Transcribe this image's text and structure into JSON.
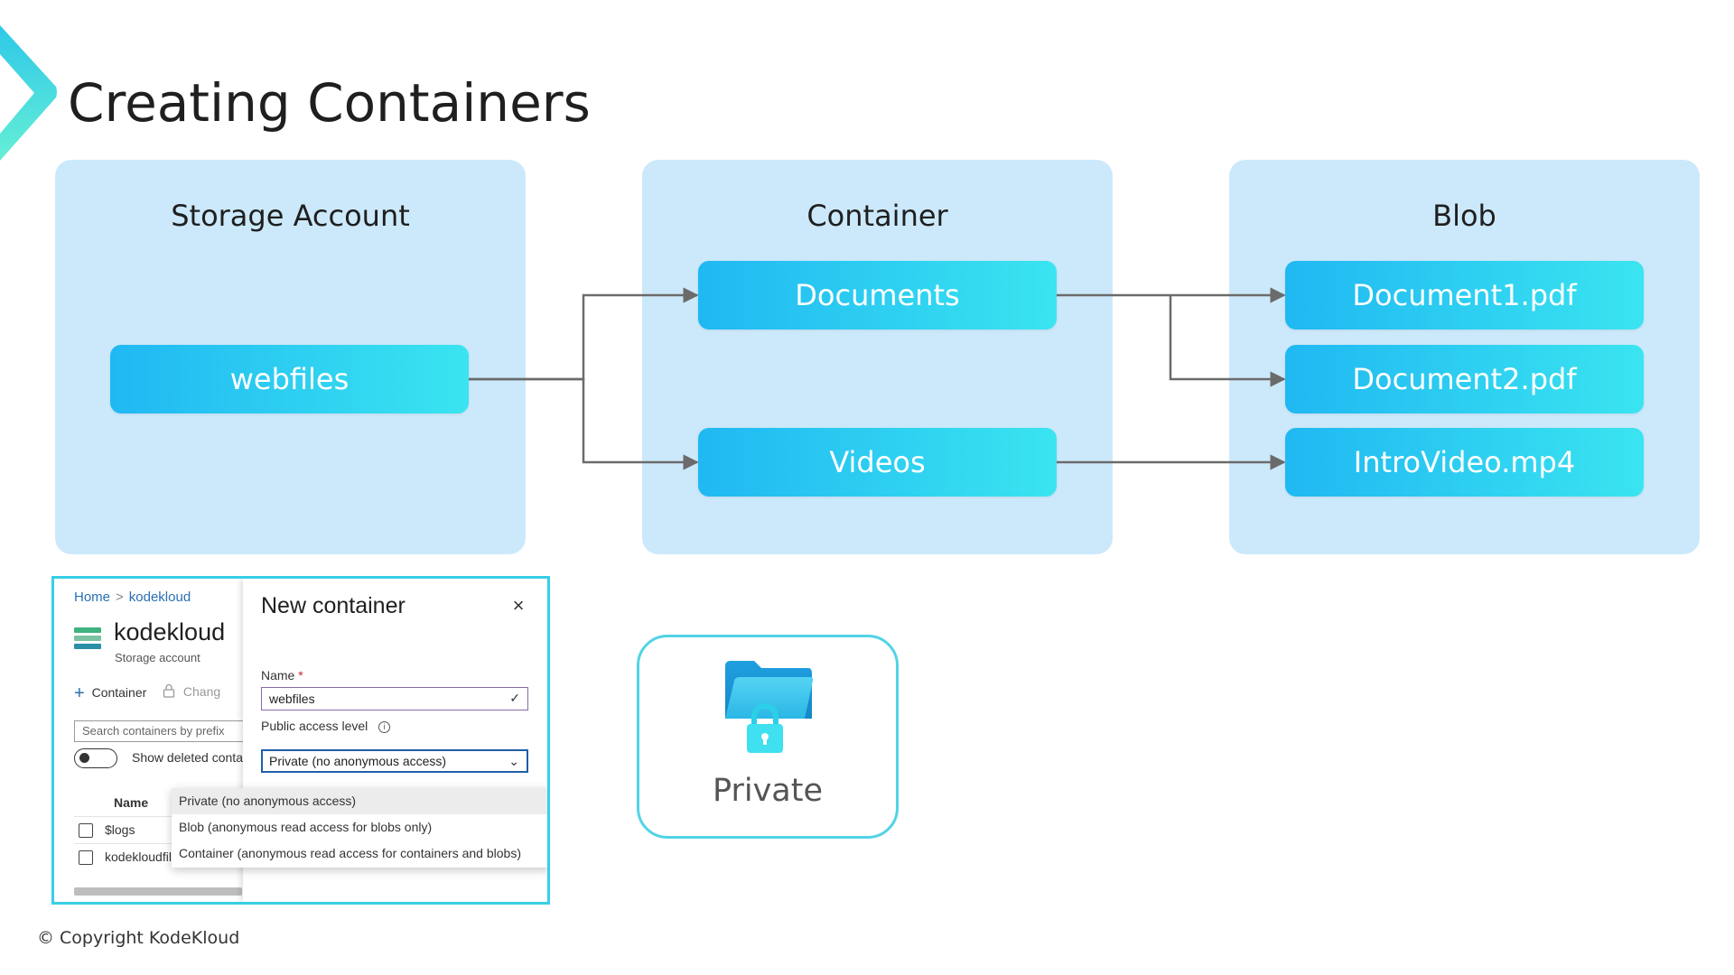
{
  "slide": {
    "title": "Creating Containers",
    "copyright": "© Copyright KodeKloud",
    "colors": {
      "panel": "#cce9fb",
      "node_start": "#20b8f2",
      "node_end": "#3ae4f0",
      "accent": "#37cfe6"
    }
  },
  "diagram": {
    "panels": [
      {
        "title": "Storage Account"
      },
      {
        "title": "Container"
      },
      {
        "title": "Blob"
      }
    ],
    "storage_account": "webfiles",
    "containers": [
      "Documents",
      "Videos"
    ],
    "blobs": [
      "Document1.pdf",
      "Document2.pdf",
      "IntroVideo.mp4"
    ],
    "connections": [
      {
        "from": "webfiles",
        "to": "Documents"
      },
      {
        "from": "webfiles",
        "to": "Videos"
      },
      {
        "from": "Documents",
        "to": "Document1.pdf"
      },
      {
        "from": "Documents",
        "to": "Document2.pdf"
      },
      {
        "from": "Videos",
        "to": "IntroVideo.mp4"
      }
    ]
  },
  "portal": {
    "breadcrumb": [
      "Home",
      "kodekloud"
    ],
    "account_name": "kodekloud",
    "account_type": "Storage account",
    "toolbar": {
      "container_label": "Container",
      "change_label": "Chang"
    },
    "search_placeholder": "Search containers by prefix",
    "toggle_label": "Show deleted containers",
    "column_name": "Name",
    "rows": [
      "$logs",
      "kodekloudfiles"
    ],
    "dialog": {
      "title": "New container",
      "name_label": "Name",
      "required_mark": "*",
      "name_value": "webfiles",
      "access_label": "Public access level",
      "access_value": "Private (no anonymous access)",
      "options": [
        "Private (no anonymous access)",
        "Blob (anonymous read access for blobs only)",
        "Container (anonymous read access for containers and blobs)"
      ]
    },
    "icons": [
      "storage-account-icon",
      "plus-icon",
      "lock-icon",
      "info-icon",
      "check-icon",
      "chevron-down-icon",
      "close-icon"
    ]
  },
  "private_card": {
    "label": "Private",
    "icon": "folder-lock-icon"
  }
}
